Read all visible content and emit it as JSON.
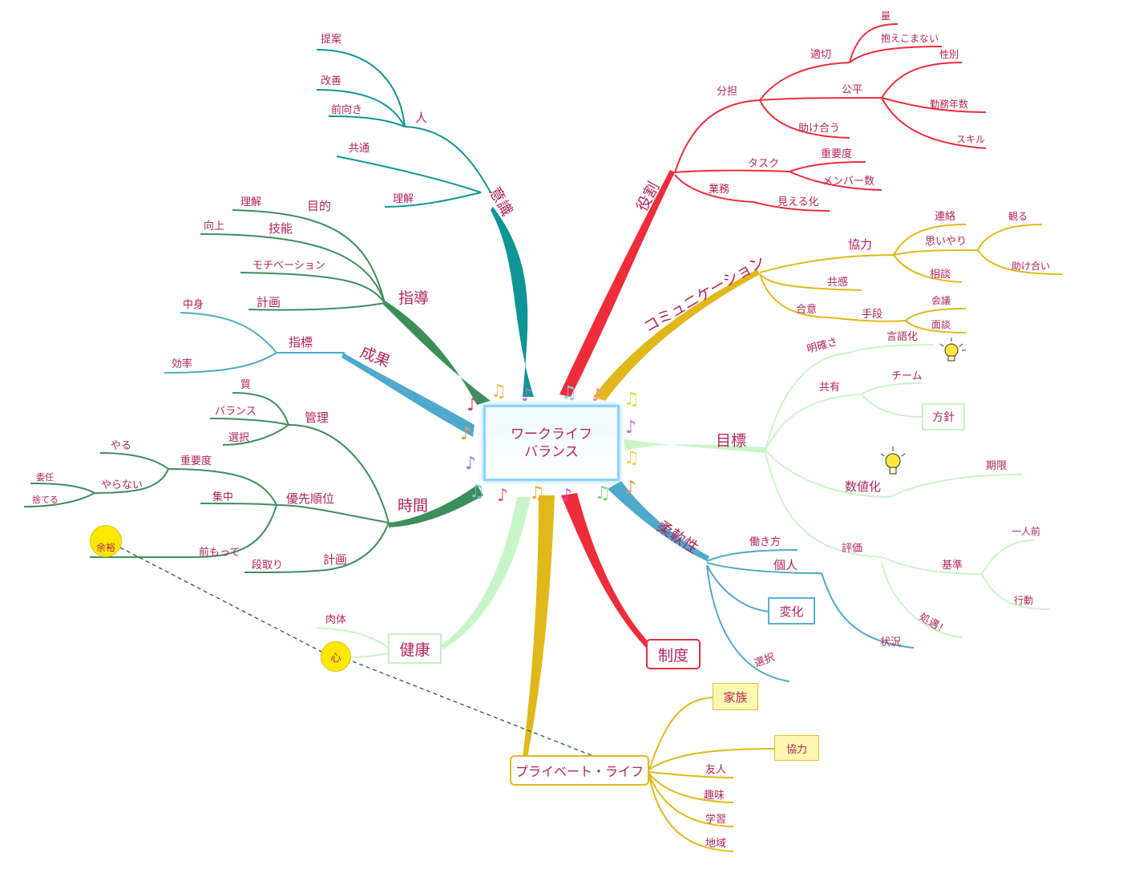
{
  "center": {
    "line1": "ワークライフ",
    "line2": "バランス"
  },
  "branches": {
    "ishiki": {
      "label": "意識",
      "hito": "人",
      "teian": "提案",
      "kaizen": "改善",
      "maemuki": "前向き",
      "kyotsu": "共通",
      "rikai": "理解"
    },
    "shido": {
      "label": "指導",
      "mokuteki": "目的",
      "rikai": "理解",
      "gino": "技能",
      "kojo": "向上",
      "motivation": "モチベーション",
      "keikaku": "計画"
    },
    "seika": {
      "label": "成果",
      "shihyo": "指標",
      "nakami": "中身",
      "koritsu": "効率"
    },
    "jikan": {
      "label": "時間",
      "kanri": "管理",
      "shitsu": "質",
      "balance": "バランス",
      "sentaku": "選択",
      "yusen": "優先順位",
      "juyodo": "重要度",
      "yaru": "やる",
      "yaranai": "やらない",
      "inin": "委任",
      "suteru": "捨てる",
      "shuchu": "集中",
      "maemotte": "前もって",
      "keikaku": "計画",
      "dandori": "段取り"
    },
    "kenko": {
      "label": "健康",
      "nikutai": "肉体",
      "kokoro": "心",
      "yoyu": "余裕"
    },
    "private": {
      "label": "プライベート・ライフ",
      "kazoku": "家族",
      "kyoryoku": "協力",
      "yujin": "友人",
      "shumi": "趣味",
      "gakushu": "学習",
      "chiiki": "地域"
    },
    "seido": {
      "label": "制度"
    },
    "junansei": {
      "label": "柔軟性",
      "hatarakikata": "働き方",
      "kojin": "個人",
      "henka": "変化",
      "jokyo": "状況",
      "sentaku": "選択"
    },
    "mokuhyo": {
      "label": "目標",
      "meikakusa": "明確さ",
      "gengoka": "言語化",
      "kyoyu": "共有",
      "team": "チーム",
      "hoshin": "方針",
      "suchika": "数値化",
      "kigen": "期限",
      "hyoka": "評価",
      "kijun": "基準",
      "ichininmae": "一人前",
      "kodo": "行動",
      "shogu": "処遇！"
    },
    "comm": {
      "label": "コミュニケーション",
      "kyoryoku": "協力",
      "renraku": "連絡",
      "omoiyari": "思いやり",
      "miru": "観る",
      "tasukeai": "助け合い",
      "sodan": "相談",
      "kyokan": "共感",
      "goi": "合意",
      "shudan": "手段",
      "kaigi": "会議",
      "mendan": "面談"
    },
    "yakuwari": {
      "label": "役割",
      "buntan": "分担",
      "tekisetsu": "適切",
      "ryo": "量",
      "kakaekomanai": "抱えこまない",
      "kohei": "公平",
      "seibetsu": "性別",
      "kinmu": "勤務年数",
      "skill": "スキル",
      "tasukeau": "助け合う",
      "task": "タスク",
      "juyodo": "重要度",
      "member": "メンバー数",
      "gyomu": "業務",
      "mieruka": "見える化"
    }
  },
  "colors": {
    "teal": "#0f9595",
    "green": "#3e8e5c",
    "blue": "#4ea9cc",
    "red": "#ee2c3a",
    "gold": "#e0b81a",
    "mint": "#c8f5c8",
    "text": "#b0245a"
  }
}
